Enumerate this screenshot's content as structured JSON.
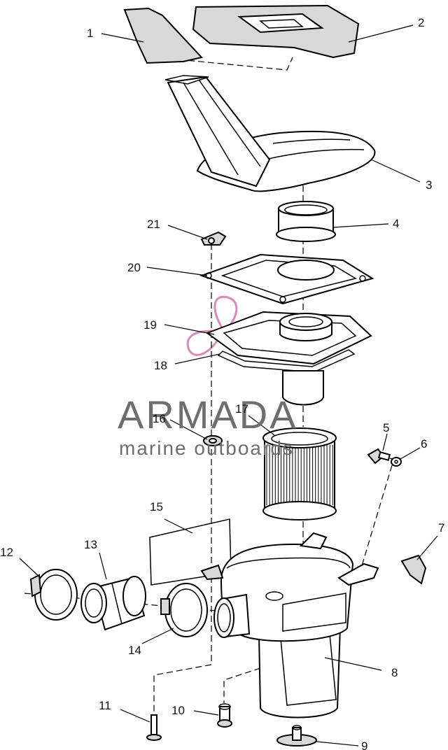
{
  "watermark": {
    "brand": "ARMADA",
    "tagline": "marine outboards",
    "logo_color": "#d47fb0"
  },
  "callouts": [
    {
      "id": "c1",
      "label": "1"
    },
    {
      "id": "c2",
      "label": "2"
    },
    {
      "id": "c3",
      "label": "3"
    },
    {
      "id": "c4",
      "label": "4"
    },
    {
      "id": "c5",
      "label": "5"
    },
    {
      "id": "c6",
      "label": "6"
    },
    {
      "id": "c7",
      "label": "7"
    },
    {
      "id": "c8",
      "label": "8"
    },
    {
      "id": "c9",
      "label": "9"
    },
    {
      "id": "c10",
      "label": "10"
    },
    {
      "id": "c11",
      "label": "11"
    },
    {
      "id": "c12",
      "label": "12"
    },
    {
      "id": "c13",
      "label": "13"
    },
    {
      "id": "c14",
      "label": "14"
    },
    {
      "id": "c15",
      "label": "15"
    },
    {
      "id": "c16",
      "label": "16"
    },
    {
      "id": "c17",
      "label": "17"
    },
    {
      "id": "c18",
      "label": "18"
    },
    {
      "id": "c19",
      "label": "19"
    },
    {
      "id": "c20",
      "label": "20"
    },
    {
      "id": "c21",
      "label": "21"
    }
  ]
}
